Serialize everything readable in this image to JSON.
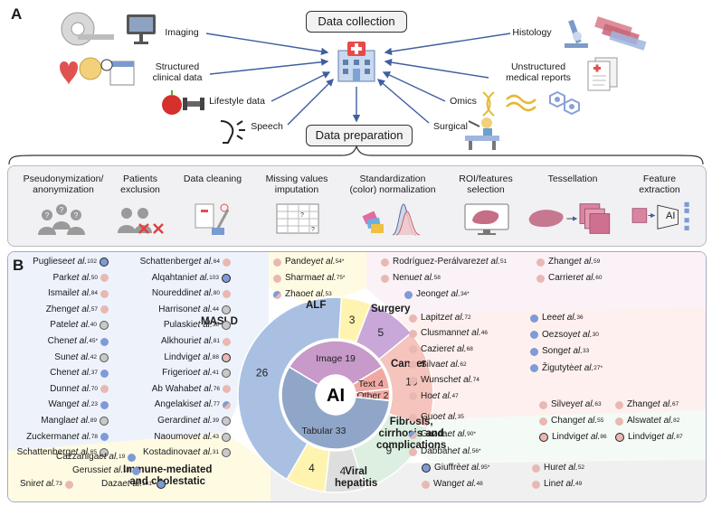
{
  "panel_a": {
    "letter": "A",
    "data_collection": "Data collection",
    "data_preparation": "Data preparation",
    "sources": {
      "imaging": "Imaging",
      "structured": "Structured\nclinical data",
      "lifestyle": "Lifestyle data",
      "speech": "Speech",
      "histology": "Histology",
      "unstructured": "Unstructured\nmedical reports",
      "omics": "Omics",
      "surgical": "Surgical"
    },
    "steps": [
      "Pseudonymization/\nanonymization",
      "Patients\nexclusion",
      "Data cleaning",
      "Missing values\nimputation",
      "Standardization\n(color) normalization",
      "ROI/features\nselection",
      "Tessellation",
      "Feature\nextraction"
    ],
    "ai_small": "AI"
  },
  "panel_b": {
    "letter": "B",
    "center": "AI",
    "outer_ring": [
      {
        "label": "MASLD",
        "value": 26,
        "color": "#a9c0e3"
      },
      {
        "label": "ALF",
        "value": 3,
        "color": "#fff3b0"
      },
      {
        "label": "Surgery",
        "value": 5,
        "color": "#c9a7d8"
      },
      {
        "label": "Cancer",
        "value": 10,
        "color": "#f5c4bd"
      },
      {
        "label": "Fibrosis, cirrhosis and complications",
        "value": 9,
        "color": "#dcefe0"
      },
      {
        "label": "Viral hepatitis",
        "value": 4,
        "color": "#dedede"
      },
      {
        "label": "Immune-mediated and cholestatic",
        "value": 4,
        "color": "#fff3b0"
      }
    ],
    "inner_ring": [
      {
        "label": "Image",
        "value": 19,
        "color": "#c79ac9"
      },
      {
        "label": "Text",
        "value": 4,
        "color": "#f0a9a2"
      },
      {
        "label": "Other",
        "value": 2,
        "color": "#f0a9a2"
      },
      {
        "label": "Tabular",
        "value": 33,
        "color": "#8fa6c8"
      }
    ],
    "categories": {
      "masld": "MASLD",
      "alf": "ALF",
      "surgery": "Surgery",
      "cancer": "Cancer",
      "fibrosis": "Fibrosis,\ncirrhosis and\ncomplications",
      "viral": "Viral\nhepatitis",
      "immune": "Immune-mediated\nand cholestatic"
    },
    "colors": {
      "image": "#e9b8b2",
      "tabular": "#7f9bd6",
      "text": "#c9c9c9"
    },
    "refs": {
      "masld_left": [
        {
          "name": "Pugliese",
          "sup": "102",
          "type": "tabular_ring"
        },
        {
          "name": "Park",
          "sup": "50",
          "type": "image"
        },
        {
          "name": "Ismail",
          "sup": "84",
          "type": "image"
        },
        {
          "name": "Zheng",
          "sup": "57",
          "type": "image"
        },
        {
          "name": "Patel",
          "sup": "40",
          "type": "text"
        },
        {
          "name": "Chen",
          "sup": "45*",
          "type": "tabular"
        },
        {
          "name": "Sun",
          "sup": "42",
          "type": "text"
        },
        {
          "name": "Chen",
          "sup": "37",
          "type": "tabular"
        },
        {
          "name": "Dunn",
          "sup": "70",
          "type": "image"
        },
        {
          "name": "Wang",
          "sup": "23",
          "type": "tabular"
        },
        {
          "name": "Mangla",
          "sup": "89",
          "type": "text"
        },
        {
          "name": "Zuckerman",
          "sup": "78",
          "type": "tabular"
        },
        {
          "name": "Schattenberg",
          "sup": "65",
          "type": "text"
        }
      ],
      "masld_right": [
        {
          "name": "Schattenberg",
          "sup": "64",
          "type": "image"
        },
        {
          "name": "Alqahtani",
          "sup": "103",
          "type": "tabular_ring"
        },
        {
          "name": "Noureddin",
          "sup": "80",
          "type": "image"
        },
        {
          "name": "Harrison",
          "sup": "44",
          "type": "text"
        },
        {
          "name": "Pulaski",
          "sup": "38",
          "type": "text"
        },
        {
          "name": "Alkhouri",
          "sup": "81",
          "type": "image"
        },
        {
          "name": "Lindvig",
          "sup": "88",
          "type": "image_ring"
        },
        {
          "name": "Frigerio",
          "sup": "41",
          "type": "text"
        },
        {
          "name": "Ab Wahab",
          "sup": "76",
          "type": "image"
        },
        {
          "name": "Angelakis",
          "sup": "77",
          "type": "mixed"
        },
        {
          "name": "Gerardin",
          "sup": "39",
          "type": "text"
        },
        {
          "name": "Naoumov",
          "sup": "43",
          "type": "text"
        },
        {
          "name": "Kostadinova",
          "sup": "31",
          "type": "text"
        }
      ],
      "alf": [
        {
          "name": "Pandey",
          "sup": "54*",
          "type": "image"
        },
        {
          "name": "Sharma",
          "sup": "75*",
          "type": "image"
        },
        {
          "name": "Zhao",
          "sup": "53",
          "type": "mixed"
        }
      ],
      "surgery": [
        {
          "name": "Rodríguez-Perálvarez",
          "sup": "51",
          "type": "image"
        },
        {
          "name": "Nenu",
          "sup": "58",
          "type": "image"
        },
        {
          "name": "Jeong",
          "sup": "34*",
          "type": "tabular"
        },
        {
          "name": "Zhang",
          "sup": "59",
          "type": "image"
        },
        {
          "name": "Carrier",
          "sup": "60",
          "type": "image"
        }
      ],
      "cancer_left": [
        {
          "name": "Lapitz",
          "sup": "72",
          "type": "image"
        },
        {
          "name": "Clusmann",
          "sup": "46",
          "type": "image"
        },
        {
          "name": "Cazier",
          "sup": "68",
          "type": "image"
        },
        {
          "name": "Silva",
          "sup": "62",
          "type": "image"
        },
        {
          "name": "Wunsch",
          "sup": "74",
          "type": "image"
        },
        {
          "name": "Ho",
          "sup": "47",
          "type": "image"
        }
      ],
      "cancer_right": [
        {
          "name": "Lee",
          "sup": "36",
          "type": "tabular"
        },
        {
          "name": "Oezsoy",
          "sup": "30",
          "type": "tabular"
        },
        {
          "name": "Song",
          "sup": "33",
          "type": "tabular"
        },
        {
          "name": "Žigutytė",
          "sup": "27*",
          "type": "tabular"
        }
      ],
      "fibrosis_left": [
        {
          "name": "Guo",
          "sup": "35",
          "type": "image"
        },
        {
          "name": "Gazda",
          "sup": "90*",
          "type": "mixed"
        },
        {
          "name": "Dabbah",
          "sup": "56*",
          "type": "image"
        }
      ],
      "fibrosis_right": [
        {
          "name": "Silvey",
          "sup": "63",
          "type": "image"
        },
        {
          "name": "Zhang",
          "sup": "67",
          "type": "image"
        },
        {
          "name": "Chang",
          "sup": "55",
          "type": "image"
        },
        {
          "name": "Alswat",
          "sup": "82",
          "type": "image"
        },
        {
          "name": "Lindvig",
          "sup": "86",
          "type": "image_ring"
        },
        {
          "name": "Lindvig",
          "sup": "87",
          "type": "image_ring"
        }
      ],
      "viral": [
        {
          "name": "Giuffrè",
          "sup": "95*",
          "type": "tabular_ring"
        },
        {
          "name": "Wang",
          "sup": "48",
          "type": "image"
        },
        {
          "name": "Hur",
          "sup": "52",
          "type": "image"
        },
        {
          "name": "Lin",
          "sup": "49",
          "type": "image"
        }
      ],
      "immune": [
        {
          "name": "Cazzaniga",
          "sup": "19",
          "type": "tabular"
        },
        {
          "name": "Gerussi",
          "sup": "18",
          "type": "tabular"
        },
        {
          "name": "Snir",
          "sup": "73",
          "type": "image"
        },
        {
          "name": "Daza",
          "sup": "101*",
          "type": "tabular_ring"
        }
      ]
    },
    "et_al": "et al."
  }
}
